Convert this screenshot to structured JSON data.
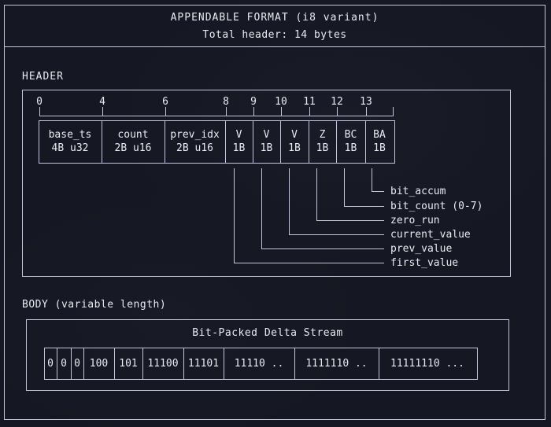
{
  "title": {
    "line1": "APPENDABLE FORMAT (i8 variant)",
    "line2": "Total header: 14 bytes"
  },
  "header": {
    "label": "HEADER",
    "ruler_ticks": [
      "0",
      "4",
      "6",
      "8",
      "9",
      "10",
      "11",
      "12",
      "13"
    ],
    "fields": [
      {
        "name": "base_ts",
        "size": "4B u32"
      },
      {
        "name": "count",
        "size": "2B u16"
      },
      {
        "name": "prev_idx",
        "size": "2B u16"
      },
      {
        "name": "V",
        "size": "1B"
      },
      {
        "name": "V",
        "size": "1B"
      },
      {
        "name": "V",
        "size": "1B"
      },
      {
        "name": "Z",
        "size": "1B"
      },
      {
        "name": "BC",
        "size": "1B"
      },
      {
        "name": "BA",
        "size": "1B"
      }
    ],
    "callouts": [
      "bit_accum",
      "bit_count (0-7)",
      "zero_run",
      "current_value",
      "prev_value",
      "first_value"
    ]
  },
  "body": {
    "label": "BODY (variable length)",
    "stream_title": "Bit-Packed Delta Stream",
    "cells": [
      "0",
      "0",
      "0",
      "100",
      "101",
      "11100",
      "11101",
      "11110 ..",
      "1111110 ..",
      "11111110 ..."
    ]
  },
  "colors": {
    "background": "#151722",
    "border": "#c3c6da",
    "text": "#e9eaf2"
  }
}
